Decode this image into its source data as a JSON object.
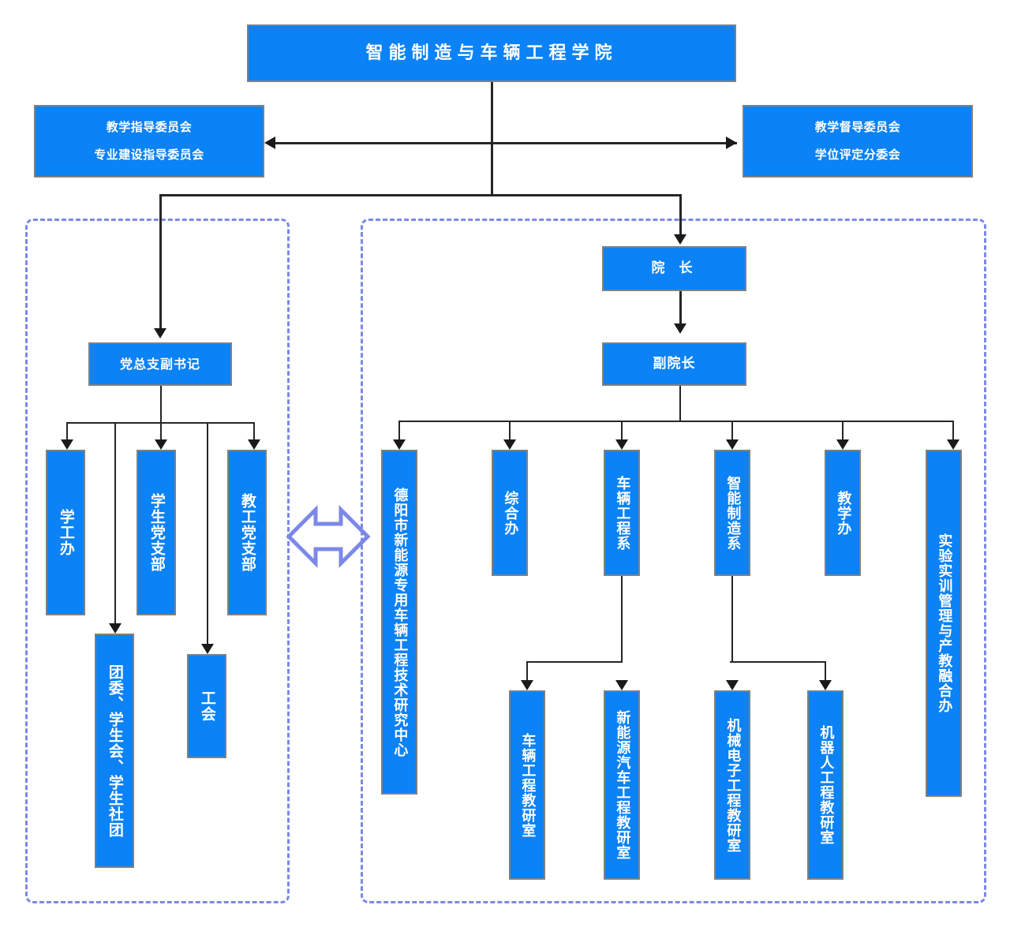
{
  "colors": {
    "box_fill": "#0B82F5",
    "box_border": "#808080",
    "box_text": "#FFFFFF",
    "connector": "#262626",
    "group_frame": "#7C88E8",
    "link_arrow": "#7C88E8",
    "background": "#FFFFFF"
  },
  "title": {
    "label": "智能制造与车辆工程学院"
  },
  "committees": {
    "left": {
      "line1": "教学指导委员会",
      "line2": "专业建设指导委员会"
    },
    "right": {
      "line1": "教学督导委员会",
      "line2": "学位评定分委会"
    }
  },
  "party_branch": {
    "head": {
      "label": "党总支副书记"
    },
    "units": [
      {
        "label": "学工办"
      },
      {
        "label": "学生党支部"
      },
      {
        "label": "教工党支部"
      }
    ],
    "sub_units": [
      {
        "label": "团委、学生会、学生社团"
      },
      {
        "label": "工会"
      }
    ]
  },
  "administration": {
    "dean": {
      "label": "院 长"
    },
    "vice_dean": {
      "label": "副院长"
    },
    "departments": [
      {
        "label": "德阳市新能源专用车辆工程技术研究中心"
      },
      {
        "label": "综合办"
      },
      {
        "label": "车辆工程系"
      },
      {
        "label": "智能制造系"
      },
      {
        "label": "教学办"
      },
      {
        "label": "实验实训管理与产教融合办"
      }
    ],
    "teaching_offices": [
      {
        "label": "车辆工程教研室"
      },
      {
        "label": "新能源汽车工程教研室"
      },
      {
        "label": "机械电子工程教研室"
      },
      {
        "label": "机器人工程教研室"
      }
    ]
  },
  "link": {
    "icon": "double-headed-arrow"
  }
}
